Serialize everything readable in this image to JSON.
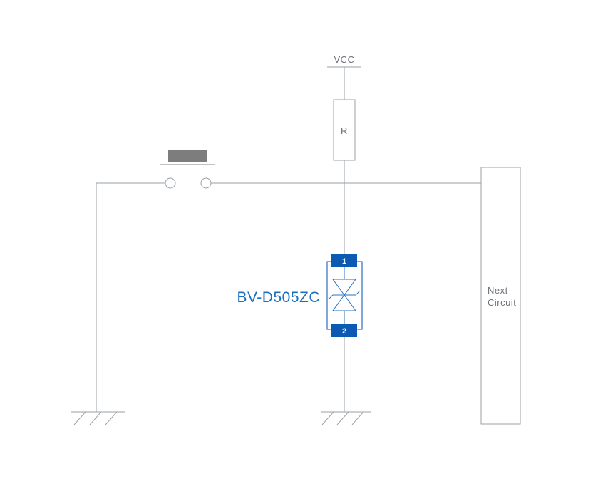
{
  "diagram": {
    "type": "circuit-schematic",
    "labels": {
      "vcc": "VCC",
      "resistor": "R",
      "component_label": "BV-D505ZC",
      "pin_top": "1",
      "pin_bottom": "2",
      "next_circuit_line1": "Next",
      "next_circuit_line2": "Circuit"
    },
    "components": [
      {
        "name": "power-rail",
        "label": "VCC"
      },
      {
        "name": "resistor",
        "label": "R"
      },
      {
        "name": "push-button-switch",
        "label": ""
      },
      {
        "name": "tvs-diode-bidirectional",
        "label": "BV-D505ZC",
        "pins": [
          "1",
          "2"
        ]
      },
      {
        "name": "next-circuit-block",
        "label": "Next Circuit"
      },
      {
        "name": "ground-left",
        "label": ""
      },
      {
        "name": "ground-center",
        "label": ""
      }
    ],
    "colors": {
      "background": "#ffffff",
      "wire": "#9aa0a5",
      "text": "#6d7177",
      "accent_blue": "#1a6fc0",
      "component_outline_blue": "#2e6fc0",
      "pin_fill": "#0b5bb5",
      "pin_text": "#ffffff",
      "button_cap": "#7d7d7d"
    }
  }
}
